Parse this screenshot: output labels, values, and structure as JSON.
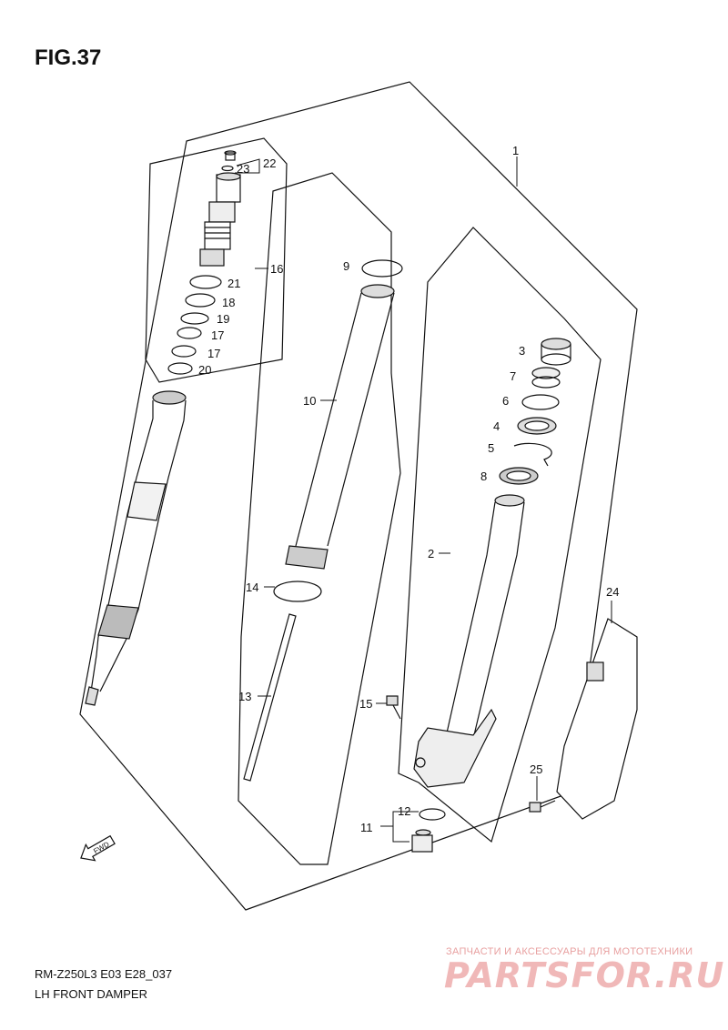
{
  "figure_title": "FIG.37",
  "model_code": "RM-Z250L3 E03 E28_037",
  "part_name": "LH FRONT DAMPER",
  "watermark": {
    "subtitle": "ЗАПЧАСТИ И АКСЕССУАРЫ ДЛЯ МОТОТЕХНИКИ",
    "brand": "PARTSFOR.RU"
  },
  "callouts": {
    "c1": "1",
    "c2": "2",
    "c3": "3",
    "c4": "4",
    "c5": "5",
    "c6": "6",
    "c7": "7",
    "c8": "8",
    "c9": "9",
    "c10": "10",
    "c11": "11",
    "c12": "12",
    "c13": "13",
    "c14": "14",
    "c15": "15",
    "c16": "16",
    "c17a": "17",
    "c17b": "17",
    "c18": "18",
    "c19": "19",
    "c20": "20",
    "c21": "21",
    "c22": "22",
    "c23": "23",
    "c24": "24",
    "c25": "25"
  },
  "fwd_label": "FWD"
}
